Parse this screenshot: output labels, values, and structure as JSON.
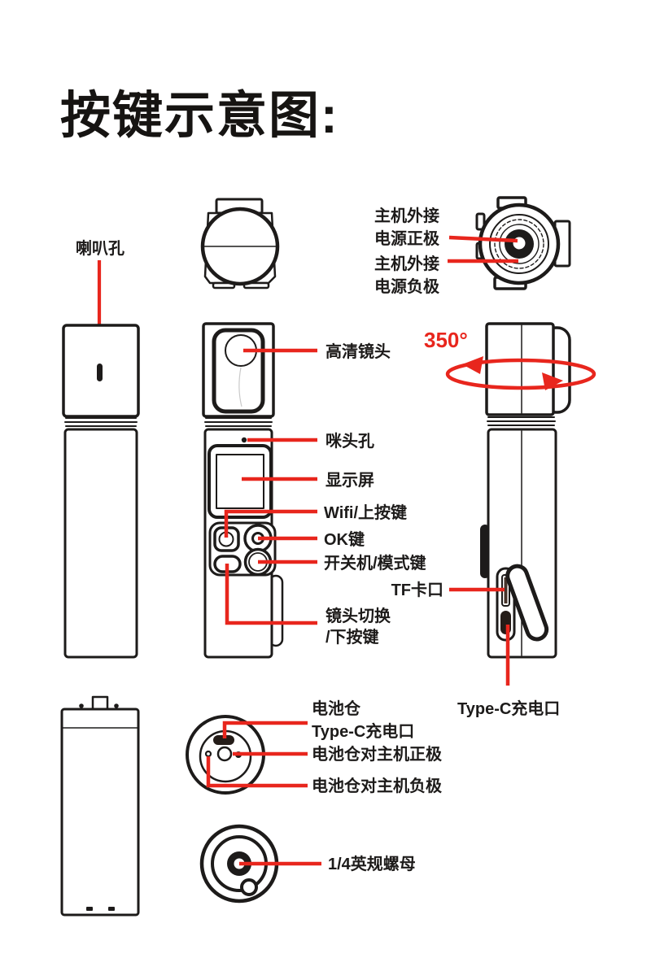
{
  "page": {
    "title": "按键示意图:"
  },
  "colors": {
    "accent_red": "#e8261d",
    "ink": "#1d1b1a",
    "bg": "#ffffff",
    "port_dark": "#241c18",
    "slot_dark": "#46342b"
  },
  "top_view_power": {
    "pos_line1": "主机外接",
    "pos_line2": "电源正极",
    "neg_line1": "主机外接",
    "neg_line2": "电源负极"
  },
  "left_view": {
    "speaker_hole": "喇叭孔"
  },
  "front_view": {
    "hd_lens": "高清镜头",
    "mic_hole": "咪头孔",
    "display": "显示屏",
    "wifi_up": "Wifi/上按键",
    "ok": "OK键",
    "power_mode": "开关机/模式键",
    "lens_switch_line1": "镜头切换",
    "lens_switch_line2": "/下按键"
  },
  "side_view": {
    "rotation": "350°",
    "tf_slot": "TF卡口",
    "typec": "Type-C充电口"
  },
  "battery": {
    "compartment_line1": "电池仓",
    "compartment_line2": "Type-C充电口",
    "pos": "电池仓对主机正极",
    "neg": "电池仓对主机负极",
    "nut": "1/4英规螺母"
  }
}
